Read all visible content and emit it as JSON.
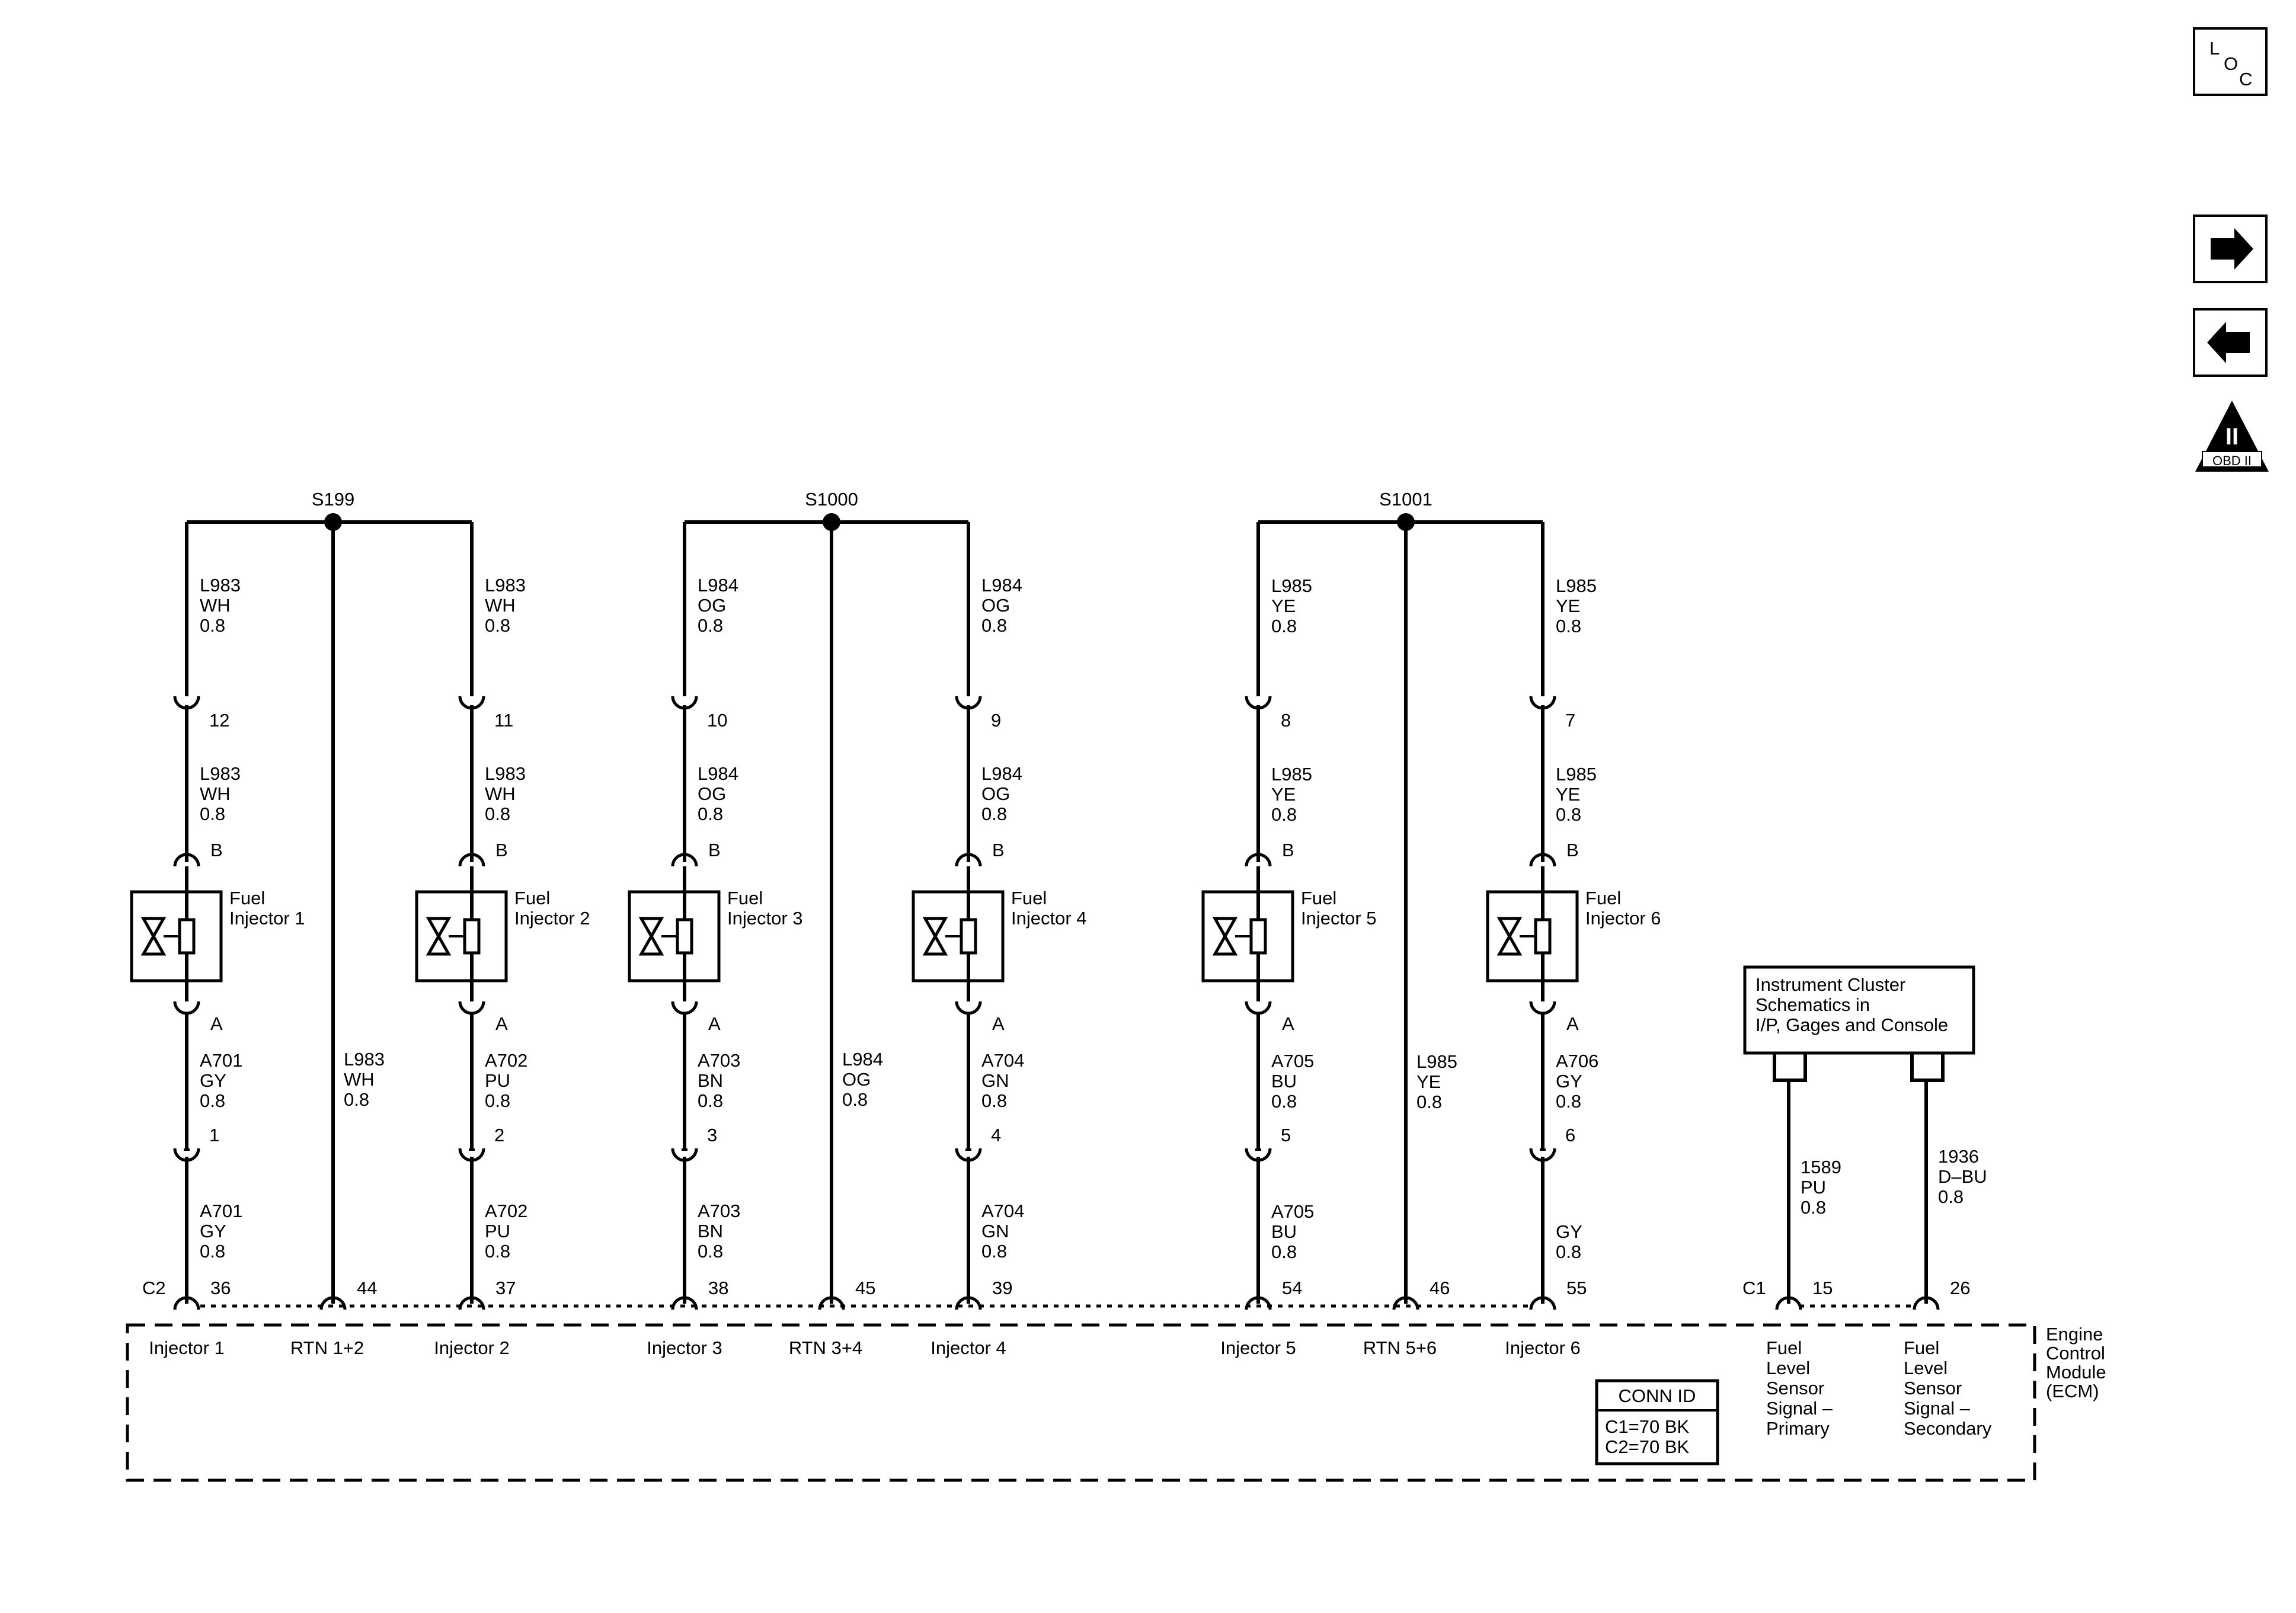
{
  "loc_icon": {
    "l": "L",
    "o": "O",
    "c": "C"
  },
  "nav": {
    "next_icon": "arrow-right-icon",
    "prev_icon": "arrow-left-icon",
    "obd": {
      "numeral": "II",
      "label": "OBD II"
    }
  },
  "splices": [
    {
      "id": "S199",
      "wire": {
        "circuit": "L983",
        "color": "WH",
        "gauge": "0.8"
      }
    },
    {
      "id": "S1000",
      "wire": {
        "circuit": "L984",
        "color": "OG",
        "gauge": "0.8"
      }
    },
    {
      "id": "S1001",
      "wire": {
        "circuit": "L985",
        "color": "YE",
        "gauge": "0.8"
      }
    }
  ],
  "injectors": [
    {
      "name": [
        "Fuel",
        "Injector 1"
      ],
      "top_wire": {
        "circuit": "L983",
        "color": "WH",
        "gauge": "0.8"
      },
      "upper_pin": "12",
      "terminal_b": "B",
      "terminal_a": "A",
      "mid_wire": {
        "circuit": "A701",
        "color": "GY",
        "gauge": "0.8"
      },
      "lower_pin": "1",
      "low_wire": {
        "circuit": "A701",
        "color": "GY",
        "gauge": "0.8"
      },
      "ecm_pin": "36",
      "ecm_label": "Injector 1"
    },
    {
      "name": [
        "Fuel",
        "Injector 2"
      ],
      "top_wire": {
        "circuit": "L983",
        "color": "WH",
        "gauge": "0.8"
      },
      "upper_pin": "11",
      "terminal_b": "B",
      "terminal_a": "A",
      "mid_wire": {
        "circuit": "A702",
        "color": "PU",
        "gauge": "0.8"
      },
      "lower_pin": "2",
      "low_wire": {
        "circuit": "A702",
        "color": "PU",
        "gauge": "0.8"
      },
      "ecm_pin": "37",
      "ecm_label": "Injector 2"
    },
    {
      "name": [
        "Fuel",
        "Injector 3"
      ],
      "top_wire": {
        "circuit": "L984",
        "color": "OG",
        "gauge": "0.8"
      },
      "upper_pin": "10",
      "terminal_b": "B",
      "terminal_a": "A",
      "mid_wire": {
        "circuit": "A703",
        "color": "BN",
        "gauge": "0.8"
      },
      "lower_pin": "3",
      "low_wire": {
        "circuit": "A703",
        "color": "BN",
        "gauge": "0.8"
      },
      "ecm_pin": "38",
      "ecm_label": "Injector 3"
    },
    {
      "name": [
        "Fuel",
        "Injector 4"
      ],
      "top_wire": {
        "circuit": "L984",
        "color": "OG",
        "gauge": "0.8"
      },
      "upper_pin": "9",
      "terminal_b": "B",
      "terminal_a": "A",
      "mid_wire": {
        "circuit": "A704",
        "color": "GN",
        "gauge": "0.8"
      },
      "lower_pin": "4",
      "low_wire": {
        "circuit": "A704",
        "color": "GN",
        "gauge": "0.8"
      },
      "ecm_pin": "39",
      "ecm_label": "Injector 4"
    },
    {
      "name": [
        "Fuel",
        "Injector 5"
      ],
      "top_wire": {
        "circuit": "L985",
        "color": "YE",
        "gauge": "0.8"
      },
      "upper_pin": "8",
      "terminal_b": "B",
      "terminal_a": "A",
      "mid_wire": {
        "circuit": "A705",
        "color": "BU",
        "gauge": "0.8"
      },
      "lower_pin": "5",
      "low_wire": {
        "circuit": "A705",
        "color": "BU",
        "gauge": "0.8"
      },
      "ecm_pin": "54",
      "ecm_label": "Injector 5"
    },
    {
      "name": [
        "Fuel",
        "Injector 6"
      ],
      "top_wire": {
        "circuit": "L985",
        "color": "YE",
        "gauge": "0.8"
      },
      "upper_pin": "7",
      "terminal_b": "B",
      "terminal_a": "A",
      "mid_wire": {
        "circuit": "A706",
        "color": "GY",
        "gauge": "0.8"
      },
      "lower_pin": "6",
      "low_wire": {
        "circuit": "",
        "color": "GY",
        "gauge": "0.8"
      },
      "ecm_pin": "55",
      "ecm_label": "Injector 6"
    }
  ],
  "returns": [
    {
      "ecm_pin": "44",
      "ecm_label": "RTN 1+2"
    },
    {
      "ecm_pin": "45",
      "ecm_label": "RTN 3+4"
    },
    {
      "ecm_pin": "46",
      "ecm_label": "RTN 5+6"
    }
  ],
  "connectors": {
    "c2_label": "C2",
    "c1_label": "C1"
  },
  "cluster": {
    "ref_lines": [
      "Instrument Cluster",
      "Schematics in",
      "I/P, Gages and Console"
    ],
    "wires": [
      {
        "circuit": "1589",
        "color": "PU",
        "gauge": "0.8",
        "ecm_pin": "15",
        "ecm_label": [
          "Fuel",
          "Level",
          "Sensor",
          "Signal –",
          "Primary"
        ]
      },
      {
        "circuit": "1936",
        "color": "D–BU",
        "gauge": "0.8",
        "ecm_pin": "26",
        "ecm_label": [
          "Fuel",
          "Level",
          "Sensor",
          "Signal –",
          "Secondary"
        ]
      }
    ]
  },
  "ecm": {
    "name_lines": [
      "Engine",
      "Control",
      "Module",
      "(ECM)"
    ]
  },
  "conn_id": {
    "title": "CONN ID",
    "lines": [
      "C1=70 BK",
      "C2=70 BK"
    ]
  },
  "colors": {
    "ink": "#000000",
    "background": "#ffffff"
  }
}
